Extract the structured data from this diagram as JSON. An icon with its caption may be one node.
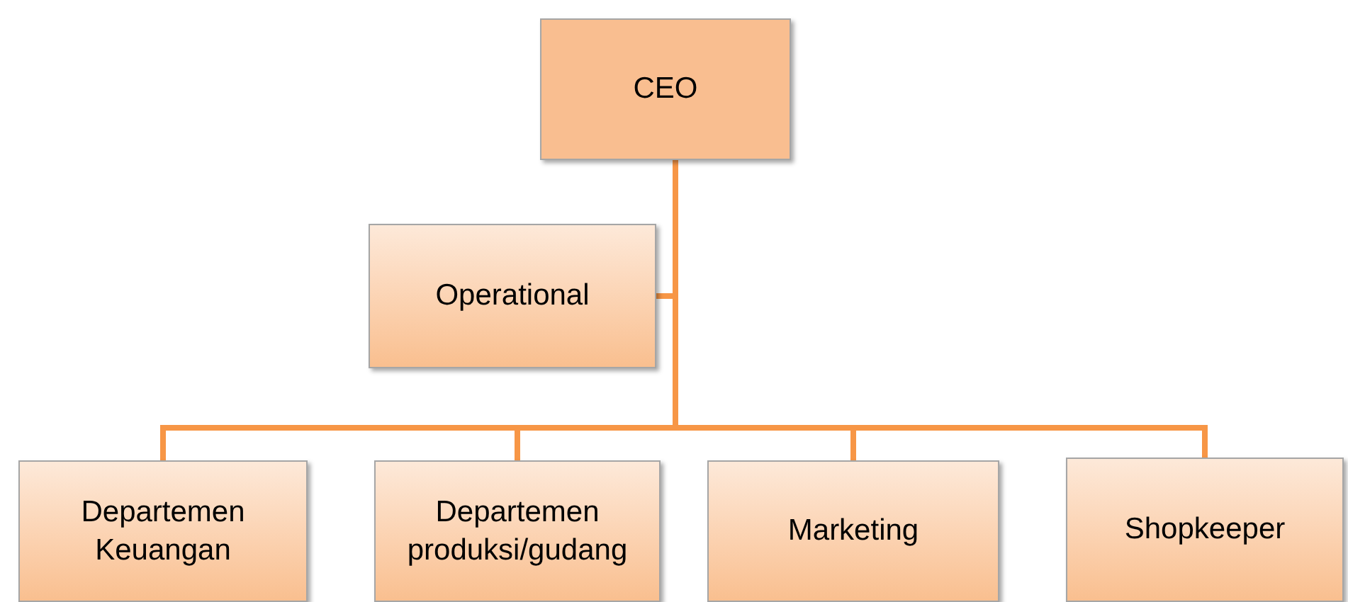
{
  "diagram": {
    "nodes": [
      {
        "text": [
          "CEO"
        ]
      },
      {
        "text": [
          "Operational"
        ]
      },
      {
        "text": [
          "Departemen Keuangan"
        ]
      },
      {
        "text": [
          "Departemen produksi/gudang"
        ]
      },
      {
        "text": [
          "Marketing"
        ]
      },
      {
        "text": [
          "Shopkeeper"
        ]
      }
    ],
    "edges": [
      {
        "from": 0,
        "to": 1,
        "arrow": "none"
      },
      {
        "from": 0,
        "to": 2,
        "arrow": "none"
      },
      {
        "from": 0,
        "to": 3,
        "arrow": "none"
      },
      {
        "from": 0,
        "to": 4,
        "arrow": "none"
      },
      {
        "from": 0,
        "to": 5,
        "arrow": "none"
      }
    ]
  }
}
